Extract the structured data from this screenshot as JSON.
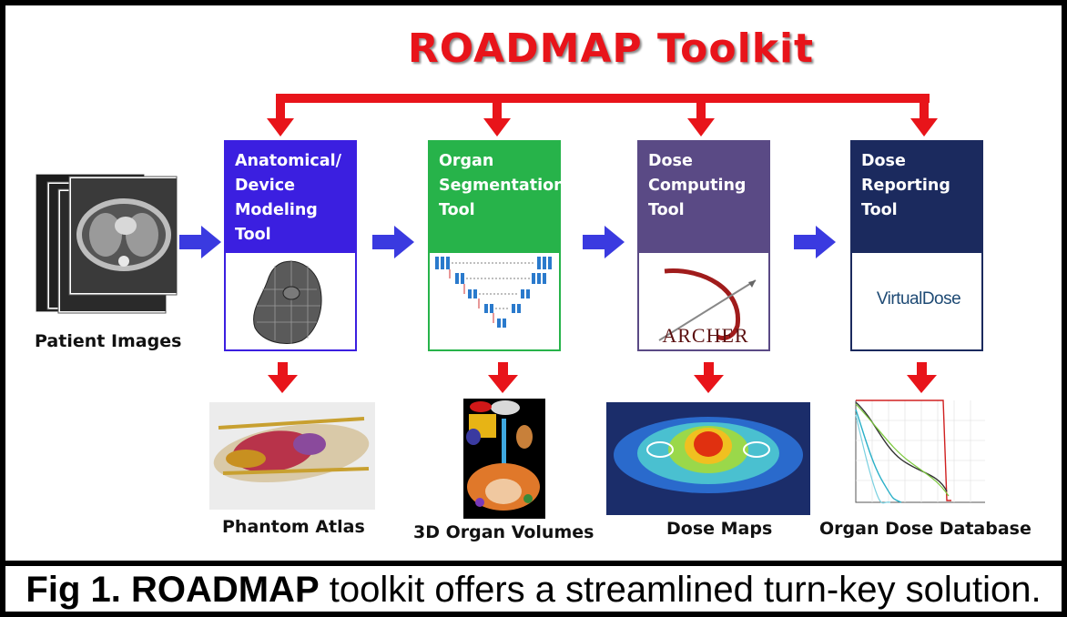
{
  "title": "ROADMAP Toolkit",
  "tools": [
    {
      "title": "Anatomical/ Device Modeling Tool",
      "color": "#3b1fe0",
      "output": "Phantom Atlas"
    },
    {
      "title": "Organ Segmentation Tool",
      "color": "#27b34a",
      "output": "3D Organ Volumes"
    },
    {
      "title": "Dose Computing Tool",
      "color": "#5a4a85",
      "output": "Dose Maps"
    },
    {
      "title": "Dose Reporting Tool",
      "color": "#1b2a5e",
      "output": "Organ Dose Database"
    }
  ],
  "input": {
    "label": "Patient Images"
  },
  "logos": {
    "archer": "ARCHER",
    "virtualdose": "VirtualDose"
  },
  "caption": {
    "bold": "Fig 1. ROADMAP",
    "rest": " toolkit offers a streamlined turn-key solution."
  },
  "colors": {
    "accent_red": "#e8141a",
    "arrow_blue": "#3a3ae0"
  }
}
